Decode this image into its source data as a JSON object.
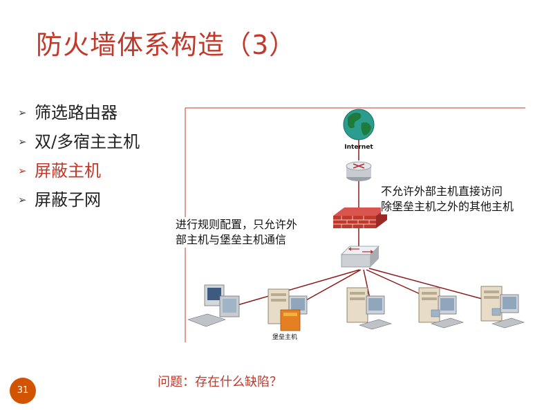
{
  "slide": {
    "title": "防火墙体系构造（3）",
    "page_number": "31",
    "accent_color": "#c0392b"
  },
  "bullets": [
    {
      "label": "筛选路由器",
      "active": false
    },
    {
      "label": "双/多宿主主机",
      "active": false
    },
    {
      "label": "屏蔽主机",
      "active": true
    },
    {
      "label": "屏蔽子网",
      "active": false
    }
  ],
  "diagram": {
    "internet_label": "Internet",
    "bastion_label": "堡垒主机",
    "note_right_line1": "不允许外部主机直接访问",
    "note_right_line2": "除堡垒主机之外的其他主机",
    "note_left_line1": "进行规则配置，只允许外",
    "note_left_line2": "部主机与堡垒主机通信",
    "icons": [
      "globe-icon",
      "router-icon",
      "firewall-icon",
      "switch-icon",
      "workstation-icon",
      "server-icon"
    ]
  },
  "question": "问题：存在什么缺陷？"
}
